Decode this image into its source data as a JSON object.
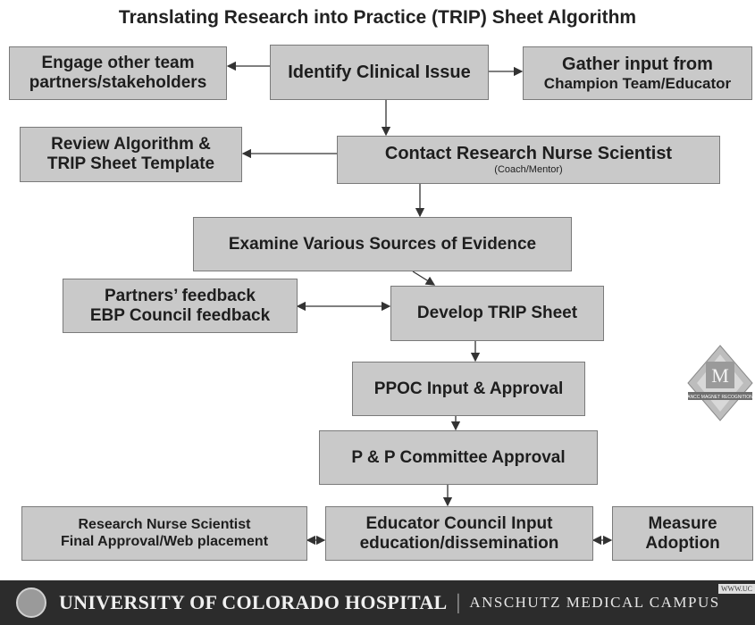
{
  "title": "Translating Research into Practice (TRIP) Sheet Algorithm",
  "boxes": {
    "engage": [
      "Engage other team",
      "partners/stakeholders"
    ],
    "identify": [
      "Identify Clinical Issue"
    ],
    "gather": [
      "Gather input from",
      "Champion Team/Educator"
    ],
    "review": [
      "Review Algorithm &",
      "TRIP Sheet Template"
    ],
    "contact": [
      "Contact Research Nurse Scientist"
    ],
    "contact_sub": "(Coach/Mentor)",
    "examine": [
      "Examine Various Sources of Evidence"
    ],
    "partners": [
      "Partners’ feedback",
      "EBP Council feedback"
    ],
    "develop": [
      "Develop TRIP Sheet"
    ],
    "ppoc": [
      "PPOC Input & Approval"
    ],
    "pp": [
      "P & P Committee Approval"
    ],
    "research_final": [
      "Research Nurse Scientist",
      "Final Approval/Web placement"
    ],
    "educator": [
      "Educator Council Input",
      "education/dissemination"
    ],
    "measure": [
      "Measure",
      "Adoption"
    ]
  },
  "badge": {
    "letter": "M",
    "caption": "ANCC MAGNET RECOGNITION"
  },
  "footer": {
    "main": "UNIVERSITY OF COLORADO HOSPITAL",
    "separator": "|",
    "campus": "ANSCHUTZ MEDICAL CAMPUS",
    "web": "WWW.UC"
  },
  "colors": {
    "box_fill": "#c9c9c9",
    "box_border": "#7a7a7a",
    "footer_bg": "#2c2c2c"
  }
}
